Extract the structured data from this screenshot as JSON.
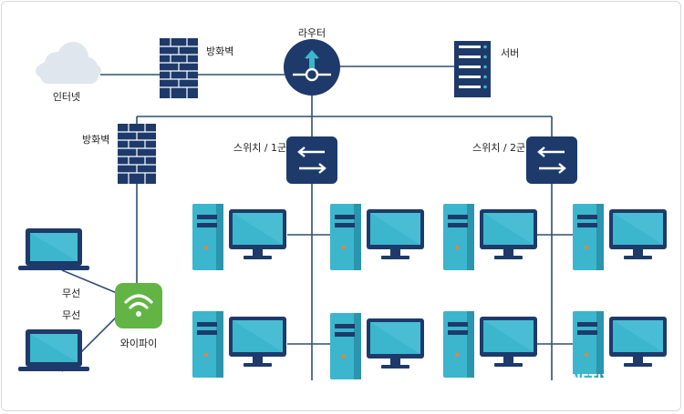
{
  "labels": {
    "internet": "인터넷",
    "firewall_top": "방화벽",
    "router": "라우터",
    "server": "서버",
    "firewall_left": "방화벽",
    "switch1": "스위치 / 1군",
    "switch2": "스위치 / 2군",
    "wireless_top": "무선",
    "wireless_bottom": "무선",
    "wifi": "와이파이",
    "watermark": "©NETIX"
  },
  "icons": [
    "cloud-icon",
    "firewall-icon",
    "router-icon",
    "server-icon",
    "switch-icon",
    "laptop-icon",
    "wifi-icon",
    "desktop-tower-icon",
    "monitor-icon"
  ],
  "colors": {
    "navy": "#1d3a6b",
    "line": "#2f4f74",
    "teal": "#3bb6cd",
    "teal_dark": "#2a95ad",
    "wifi_green": "#62b545",
    "cloud": "#dfe6ee"
  }
}
